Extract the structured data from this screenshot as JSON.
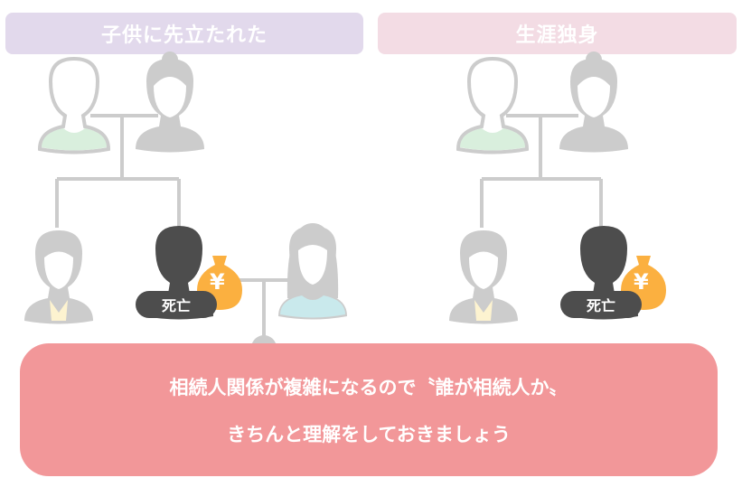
{
  "panels": [
    {
      "title": "子供に先立たれた",
      "color": "#e2d9ec"
    },
    {
      "title": "生涯独身",
      "color": "#f3dce4"
    }
  ],
  "badge_label": "死亡",
  "money_symbol": "¥",
  "message": {
    "line1": "相続人関係が複雑になるので〝誰が相続人か〟",
    "line2": "きちんと理解をしておきましょう"
  },
  "colors": {
    "line": "#cccccc",
    "deceased": "#4d4d4d",
    "money": "#fbb040",
    "message_bg": "#f29799"
  }
}
